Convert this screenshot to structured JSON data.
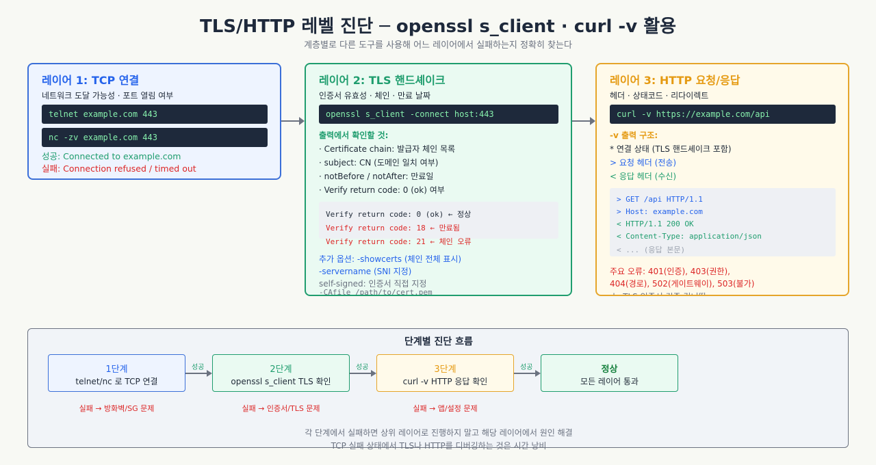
{
  "header": {
    "title": "TLS/HTTP 레벨 진단 ─ openssl s_client · curl -v 활용",
    "subtitle": "계층별로 다른 도구를 사용해 어느 레이어에서 실패하는지 정확히 찾는다"
  },
  "layer1": {
    "title": "레이어 1: TCP 연결",
    "subtitle": "네트워크 도달 가능성 · 포트 열림 여부",
    "cmd1": "telnet example.com 443",
    "cmd2": "nc -zv example.com 443",
    "success": "성공: Connected to example.com",
    "failure": "실패: Connection refused / timed out"
  },
  "layer2": {
    "title": "레이어 2: TLS 핸드셰이크",
    "subtitle": "인증서 유효성 · 체인 · 만료 날짜",
    "cmd": "openssl s_client -connect host:443",
    "check_heading": "출력에서 확인할 것:",
    "checks": [
      "· Certificate chain: 발급자 체인 목록",
      "· subject: CN (도메인 일치 여부)",
      "· notBefore / notAfter: 만료일",
      "· Verify return code: 0 (ok) 여부"
    ],
    "verify_ok": "Verify return code: 0 (ok) ← 정상",
    "verify_18": "Verify return code: 18 ← 만료됨",
    "verify_21": "Verify return code: 21 ← 체인 오류",
    "option1": "추가 옵션: -showcerts (체인 전체 표시)",
    "option2": "-servername (SNI 지정)",
    "selfsigned": "self-signed: 인증서 직접 지정",
    "cafile": "-CAfile /path/to/cert.pem"
  },
  "layer3": {
    "title": "레이어 3: HTTP 요청/응답",
    "subtitle": "헤더 · 상태코드 · 리다이렉트",
    "cmd": "curl -v https://example.com/api",
    "structure_heading": "-v 출력 구조:",
    "struct_conn": "* 연결 상태 (TLS 핸드셰이크 포함)",
    "struct_req": "> 요청 헤더 (전송)",
    "struct_resp": "< 응답 헤더 (수신)",
    "code_lines": [
      "> GET /api HTTP/1.1",
      "> Host: example.com",
      "< HTTP/1.1 200 OK",
      "< Content-Type: application/json",
      "< ... (응답 본문)"
    ],
    "errors1": "주요 오류: 401(인증), 403(권한),",
    "errors2": "404(경로), 502(게이트웨이), 503(불가)",
    "insecure": "-k: TLS 인증서 검증 건너뜀"
  },
  "flow": {
    "title": "단계별 진단 흐름",
    "steps": [
      {
        "label": "1단계",
        "desc": "telnet/nc 로 TCP 연결",
        "fail": "실패 → 방화벽/SG 문제"
      },
      {
        "label": "2단계",
        "desc": "openssl s_client TLS 확인",
        "fail": "실패 → 인증서/TLS 문제"
      },
      {
        "label": "3단계",
        "desc": "curl -v HTTP 응답 확인",
        "fail": "실패 → 앱/설정 문제"
      },
      {
        "label": "정상",
        "desc": "모든 레이어 통과"
      }
    ],
    "success_label": "성공",
    "note1": "각 단계에서 실패하면 상위 레이어로 진행하지 말고 해당 레이어에서 원인 해결",
    "note2": "TCP 실패 상태에서 TLS나 HTTP를 디버깅하는 것은 시간 낭비"
  },
  "colors": {
    "blue": "#3b6fd8",
    "green": "#1f9d6e",
    "orange": "#e5a52a",
    "red": "#dc2626"
  }
}
